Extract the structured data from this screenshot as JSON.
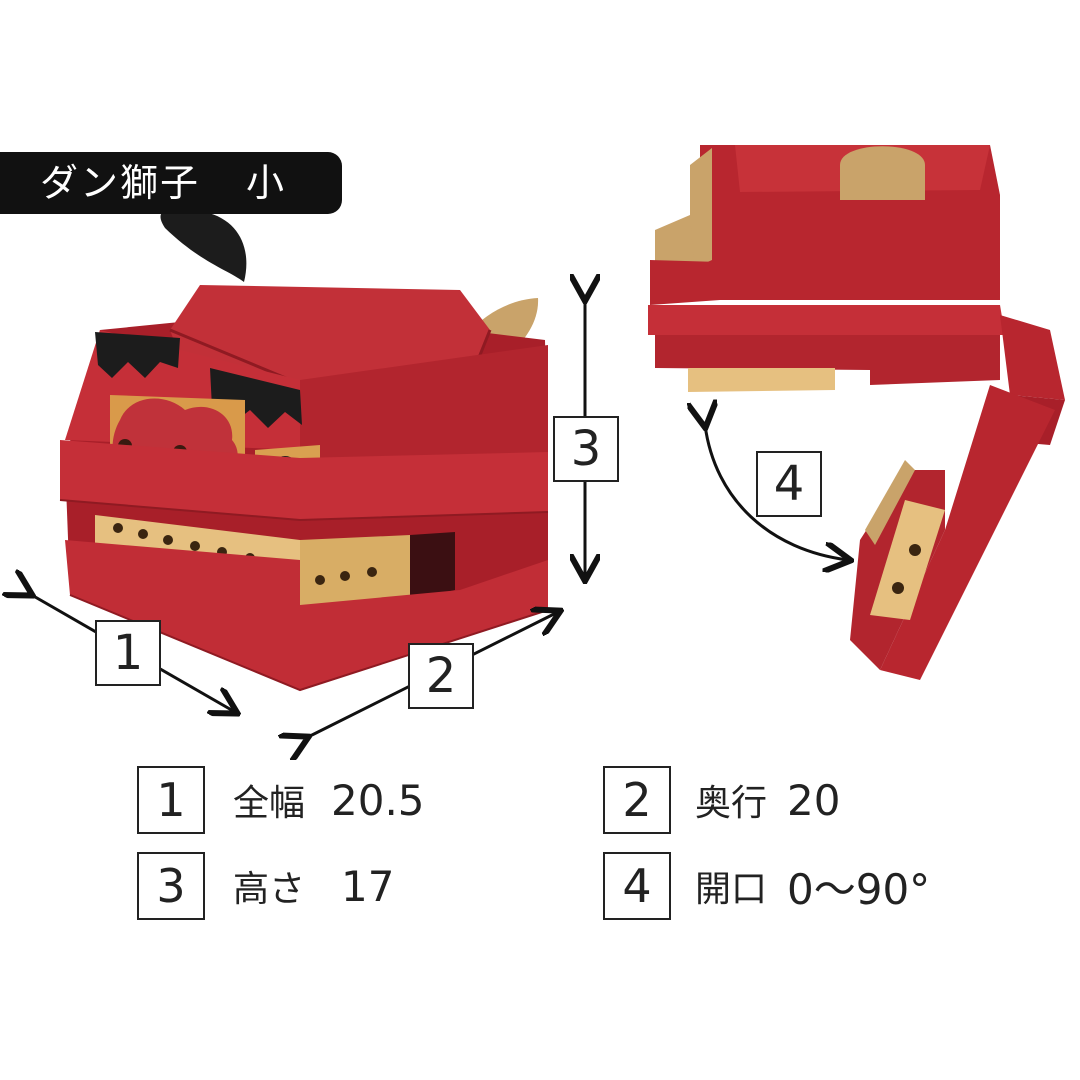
{
  "title": "ダン獅子　小",
  "title_main": "ダン獅子",
  "title_size": "小",
  "figure_labels": [
    "1",
    "2",
    "3",
    "4"
  ],
  "specs": [
    {
      "num": "1",
      "label": "全幅",
      "value": "20.5"
    },
    {
      "num": "2",
      "label": "奥行",
      "value": "20"
    },
    {
      "num": "3",
      "label": "高さ",
      "value": "17"
    },
    {
      "num": "4",
      "label": "開口",
      "value": "0～90°"
    }
  ],
  "colors": {
    "body_red": "#b8262f",
    "cardboard": "#c9a36a",
    "eyebrow": "#1c1c1c",
    "title_bg": "#111111"
  }
}
